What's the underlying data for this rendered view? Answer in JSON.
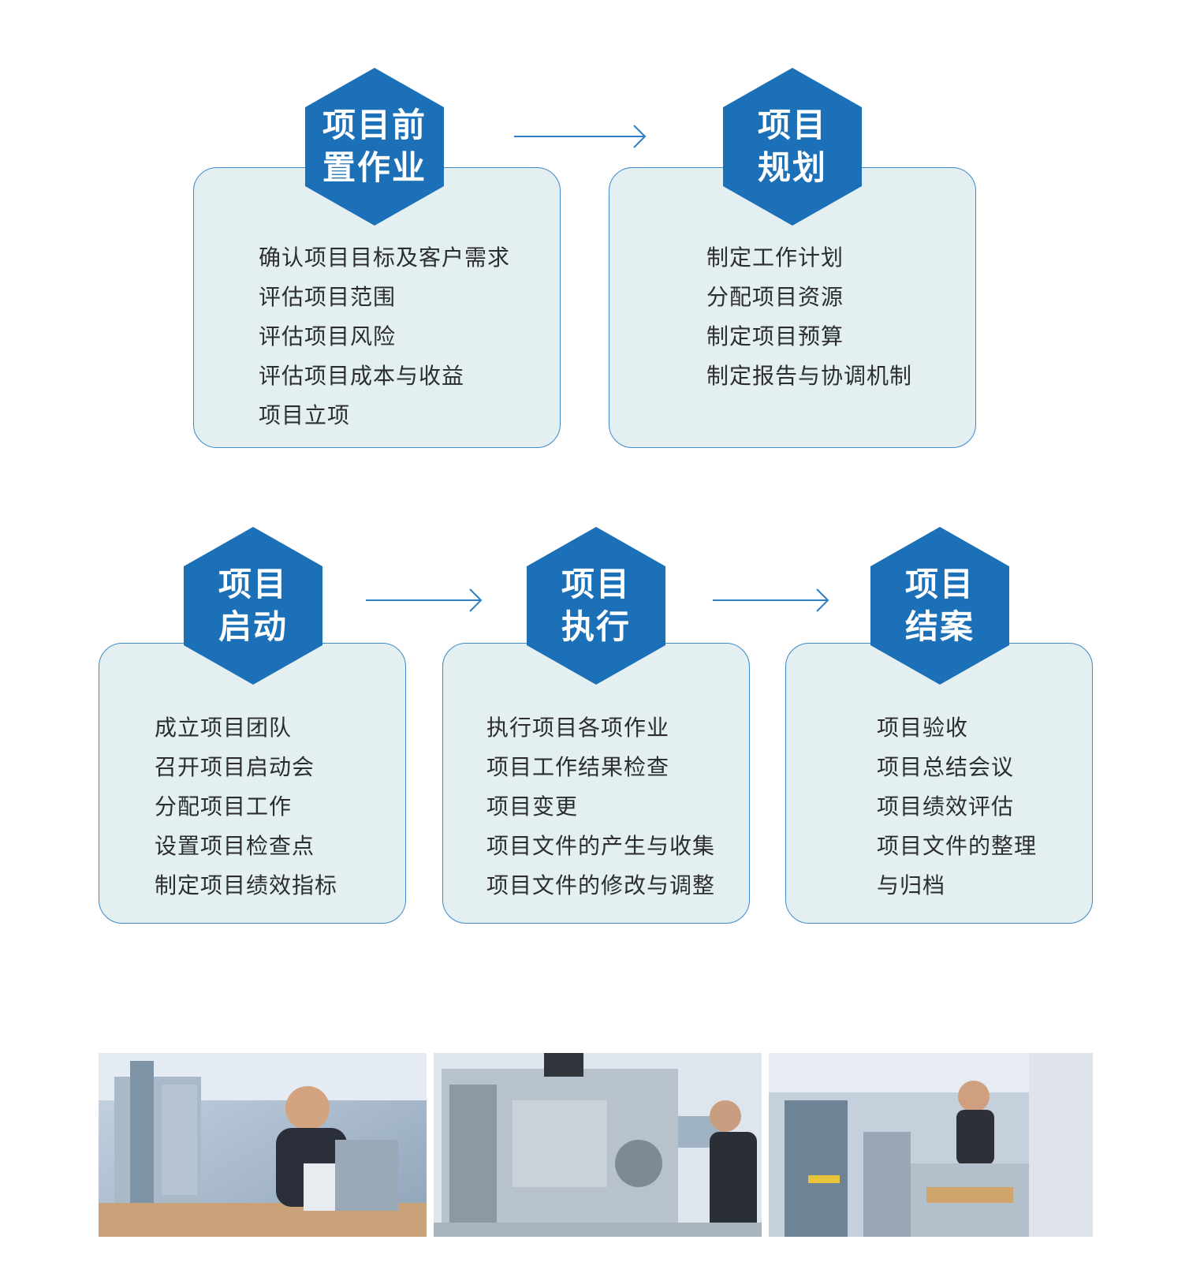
{
  "stages": [
    {
      "title_line1": "项目前",
      "title_line2": "置作业",
      "items": [
        "确认项目目标及客户需求",
        "评估项目范围",
        "评估项目风险",
        "评估项目成本与收益",
        "项目立项"
      ]
    },
    {
      "title_line1": "项目",
      "title_line2": "规划",
      "items": [
        "制定工作计划",
        "分配项目资源",
        "制定项目预算",
        "制定报告与协调机制"
      ]
    },
    {
      "title_line1": "项目",
      "title_line2": "启动",
      "items": [
        "成立项目团队",
        "召开项目启动会",
        "分配项目工作",
        "设置项目检查点",
        "制定项目绩效指标"
      ]
    },
    {
      "title_line1": "项目",
      "title_line2": "执行",
      "items": [
        "执行项目各项作业",
        "项目工作结果检查",
        "项目变更",
        "项目文件的产生与收集",
        "项目文件的修改与调整"
      ]
    },
    {
      "title_line1": "项目",
      "title_line2": "结案",
      "items": [
        "项目验收",
        "项目总结会议",
        "项目绩效评估",
        "项目文件的整理",
        "与归档"
      ]
    }
  ],
  "colors": {
    "hexagon": "#1b70b7",
    "card_background": "#e3eff1",
    "card_border": "#3e89c8",
    "arrow": "#2e7fc3",
    "text": "#2d2d2d"
  },
  "photos": [
    "factory-photo-engineer-assembly",
    "factory-photo-packaging-machine",
    "factory-photo-automation-line"
  ]
}
